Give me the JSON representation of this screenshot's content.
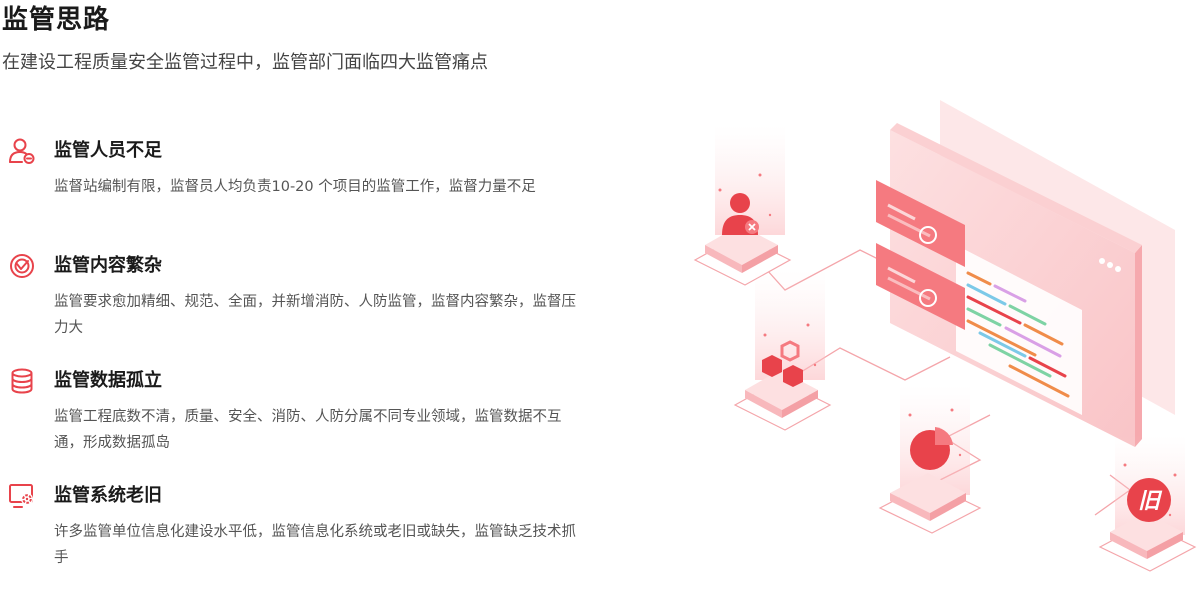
{
  "header": {
    "title": "监管思路",
    "subtitle": "在建设工程质量安全监管过程中，监管部门面临四大监管痛点"
  },
  "points": [
    {
      "icon": "user-minus-icon",
      "title": "监管人员不足",
      "desc": "监督站编制有限，监督员人均负责10-20 个项目的监管工作，监督力量不足"
    },
    {
      "icon": "target-icon",
      "title": "监管内容繁杂",
      "desc": "监管要求愈加精细、规范、全面，并新增消防、人防监管，监督内容繁杂，监督压力大"
    },
    {
      "icon": "database-icon",
      "title": "监管数据孤立",
      "desc": "监管工程底数不清，质量、安全、消防、人防分属不同专业领域，监管数据不互通，形成数据孤岛"
    },
    {
      "icon": "monitor-gear-icon",
      "title": "监管系统老旧",
      "desc": "许多监管单位信息化建设水平低，监管信息化系统或老旧或缺失，监管缺乏技术抓手"
    }
  ],
  "illustration": {
    "badge_text": "旧",
    "accent": "#e8434b",
    "light": "#fde3e4"
  }
}
